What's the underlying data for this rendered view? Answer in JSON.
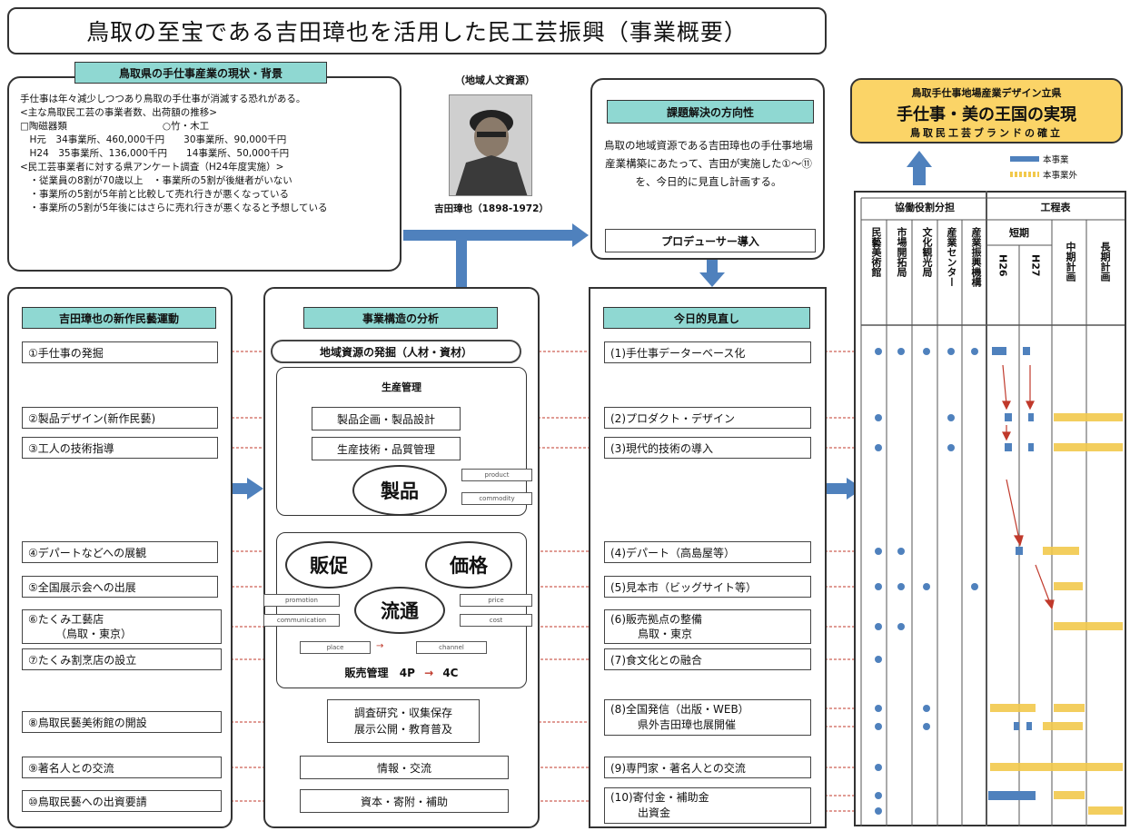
{
  "title": "鳥取の至宝である吉田璋也を活用した民工芸振興（事業概要）",
  "background": {
    "header": "鳥取県の手仕事産業の現状・背景",
    "lines": [
      "手仕事は年々減少しつつあり鳥取の手仕事が消滅する恐れがある。",
      "<主な鳥取民工芸の事業者数、出荷額の推移>",
      "□陶磁器類　　　　　　　　　　○竹・木工",
      "　H元　34事業所、460,000千円　　30事業所、90,000千円",
      "　H24　35事業所、136,000千円　　14事業所、50,000千円",
      "<民工芸事業者に対する県アンケート調査（H24年度実施）>",
      "　・従業員の8割が70歳以上　・事業所の5割が後継者がいない",
      "　・事業所の5割が5年前と比較して売れ行きが悪くなっている",
      "　・事業所の5割が5年後にはさらに売れ行きが悪くなると予想している"
    ]
  },
  "person": {
    "header": "（地域人文資源）",
    "caption": "吉田璋也（1898-1972）"
  },
  "direction": {
    "header": "課題解決の方向性",
    "text": "鳥取の地域資源である吉田璋也の手仕事地場産業構築にあたって、吉田が実施した①～⑪を、今日的に見直し計画する。",
    "producer": "プロデューサー導入"
  },
  "goal": {
    "line1": "鳥取手仕事地場産業デザイン立県",
    "line2": "手仕事・美の王国の実現",
    "line3": "鳥取民工芸ブランドの確立",
    "legend": [
      "本事業",
      "本事業外"
    ]
  },
  "legacy": {
    "header": "吉田璋也の新作民藝運動",
    "items": [
      "①手仕事の発掘",
      "②製品デザイン(新作民藝)",
      "③工人の技術指導",
      "④デパートなどへの展観",
      "⑤全国展示会への出展",
      "⑥たくみ工藝店",
      "（鳥取・東京）",
      "⑦たくみ割烹店の設立",
      "⑧鳥取民藝美術館の開設",
      "⑨著名人との交流",
      "⑩鳥取民藝への出資要請"
    ]
  },
  "analysis": {
    "header": "事業構造の分析",
    "resource": "地域資源の発掘（人材・資材）",
    "production": "生産管理",
    "plan": "製品企画・製品設計",
    "tech": "生産技術・品質管理",
    "product": "製品",
    "promo": "販促",
    "price": "価格",
    "dist": "流通",
    "sales_label": "販売管理",
    "four_p": "4P",
    "four_c": "4C",
    "tags": {
      "product": "product",
      "commodity": "commodity",
      "promotion": "promotion",
      "communication": "communication",
      "price": "price",
      "cost": "cost",
      "place": "place",
      "channel": "channel"
    },
    "research": "調査研究・収集保存",
    "exhibit": "展示公開・教育普及",
    "info": "情報・交流",
    "capital": "資本・寄附・補助"
  },
  "review": {
    "header": "今日的見直し",
    "items": [
      "(1)手仕事データーベース化",
      "(2)プロダクト・デザイン",
      "(3)現代的技術の導入",
      "(4)デパート（高島屋等）",
      "(5)見本市（ビッグサイト等）",
      "(6)販売拠点の整備",
      "鳥取・東京",
      "(7)食文化との融合",
      "(8)全国発信（出版・WEB）",
      "県外吉田璋也展開催",
      "(9)専門家・著名人との交流",
      "(10)寄付金・補助金",
      "出資金"
    ]
  },
  "table": {
    "left_header": "協働役割分担",
    "right_header": "工程表",
    "cols": [
      "民藝美術館",
      "市場開拓局",
      "文化観光局",
      "産業センター",
      "産業振興機構"
    ],
    "short": "短期",
    "years": [
      "H26",
      "H27"
    ],
    "mid": "中期計画",
    "long": "長期計画"
  },
  "colors": {
    "teal": "#8fd8d2",
    "blue": "#4f81bd",
    "yellow": "#f2c94c",
    "goal_bg": "#fbd467",
    "dash": "#c0392b"
  }
}
